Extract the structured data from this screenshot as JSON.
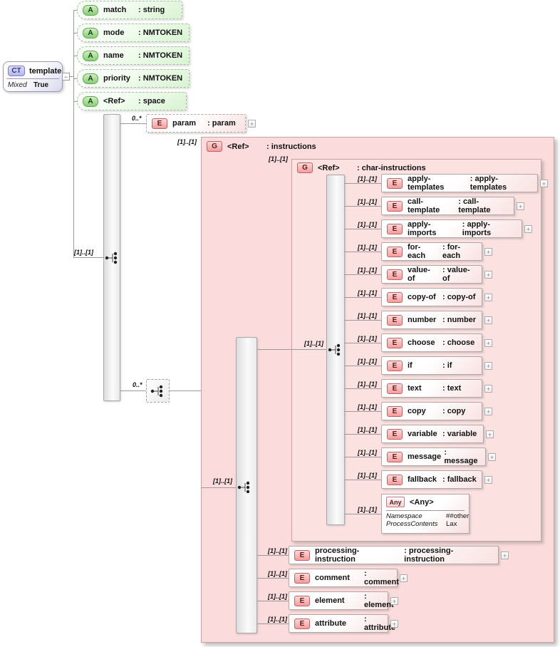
{
  "ui": {
    "expand_glyph": "+",
    "collapse_glyph": "−"
  },
  "badges": {
    "complex_type": "CT",
    "attribute": "A",
    "element": "E",
    "group": "G",
    "any": "Any"
  },
  "root": {
    "title": "template",
    "mixed_label": "Mixed",
    "mixed_value": "True"
  },
  "attributes": [
    {
      "name": "match",
      "type": ": string"
    },
    {
      "name": "mode",
      "type": ": NMTOKEN"
    },
    {
      "name": "name",
      "type": ": NMTOKEN"
    },
    {
      "name": "priority",
      "type": ": NMTOKEN"
    },
    {
      "name": "<Ref>",
      "type": ": space"
    }
  ],
  "content_model": {
    "occurrence": "[1]..[1]"
  },
  "param": {
    "occurrence": "0..*",
    "name": "param",
    "type": ": param"
  },
  "instructions_link": {
    "occurrence": "0..*"
  },
  "instructions": {
    "occurrence": "[1]..[1]",
    "ref": "<Ref>",
    "type": ": instructions",
    "content_occurrence": "[1]..[1]",
    "elements": [
      {
        "occurrence": "[1]..[1]",
        "name": "processing-instruction",
        "type": ": processing-instruction"
      },
      {
        "occurrence": "[1]..[1]",
        "name": "comment",
        "type": ": comment"
      },
      {
        "occurrence": "[1]..[1]",
        "name": "element",
        "type": ": element"
      },
      {
        "occurrence": "[1]..[1]",
        "name": "attribute",
        "type": ": attribute"
      }
    ]
  },
  "char_instructions": {
    "occurrence": "[1]..[1]",
    "ref": "<Ref>",
    "type": ": char-instructions",
    "content_occurrence": "[1]..[1]",
    "elements": [
      {
        "occurrence": "[1]..[1]",
        "name": "apply-templates",
        "type": ": apply-templates"
      },
      {
        "occurrence": "[1]..[1]",
        "name": "call-template",
        "type": ": call-template"
      },
      {
        "occurrence": "[1]..[1]",
        "name": "apply-imports",
        "type": ": apply-imports"
      },
      {
        "occurrence": "[1]..[1]",
        "name": "for-each",
        "type": ": for-each"
      },
      {
        "occurrence": "[1]..[1]",
        "name": "value-of",
        "type": ": value-of"
      },
      {
        "occurrence": "[1]..[1]",
        "name": "copy-of",
        "type": ": copy-of"
      },
      {
        "occurrence": "[1]..[1]",
        "name": "number",
        "type": ": number"
      },
      {
        "occurrence": "[1]..[1]",
        "name": "choose",
        "type": ": choose"
      },
      {
        "occurrence": "[1]..[1]",
        "name": "if",
        "type": ": if"
      },
      {
        "occurrence": "[1]..[1]",
        "name": "text",
        "type": ": text"
      },
      {
        "occurrence": "[1]..[1]",
        "name": "copy",
        "type": ": copy"
      },
      {
        "occurrence": "[1]..[1]",
        "name": "variable",
        "type": ": variable"
      },
      {
        "occurrence": "[1]..[1]",
        "name": "message",
        "type": ": message"
      },
      {
        "occurrence": "[1]..[1]",
        "name": "fallback",
        "type": ": fallback"
      }
    ],
    "any": {
      "occurrence": "[1]..[1]",
      "title": "<Any>",
      "rows": [
        {
          "label": "Namespace",
          "value": "##other"
        },
        {
          "label": "ProcessContents",
          "value": "Lax"
        }
      ]
    }
  }
}
